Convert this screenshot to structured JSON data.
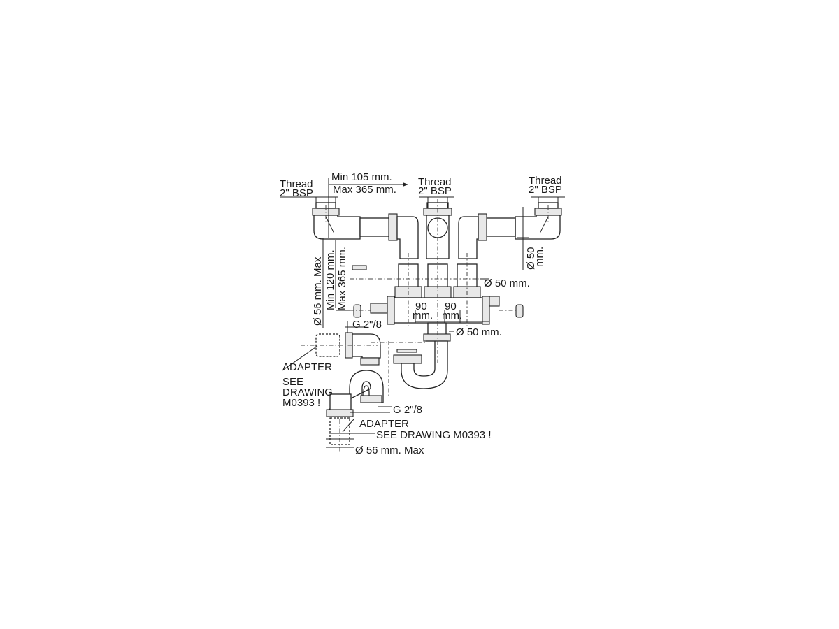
{
  "labels": {
    "thread_left_1": "Thread",
    "thread_left_2": "2\" BSP",
    "thread_mid_1": "Thread",
    "thread_mid_2": "2\" BSP",
    "thread_right_1": "Thread",
    "thread_right_2": "2\" BSP",
    "min_width": "Min 105 mm.",
    "max_width": "Max 365 mm.",
    "min_height": "Min 120 mm.",
    "max_height": "Max 365 mm.",
    "d56_max_vertical": "Ø 56 mm. Max",
    "d50_right_1": "Ø 50",
    "d50_right_2": "mm.",
    "d50_upper": "Ø 50 mm.",
    "d50_lower": "Ø 50 mm.",
    "spacing_left_1": "90",
    "spacing_left_2": "mm.",
    "spacing_right_1": "90",
    "spacing_right_2": "mm.",
    "g_thread_upper": "G 2\"/8",
    "adapter_upper": "ADAPTER",
    "see_1": "SEE",
    "see_2": "DRAWING",
    "see_3": "M0393 !",
    "g_thread_lower": "G 2\"/8",
    "adapter_lower": "ADAPTER",
    "see_lower": "SEE DRAWING M0393 !",
    "d56_max_lower": "Ø 56 mm. Max"
  }
}
